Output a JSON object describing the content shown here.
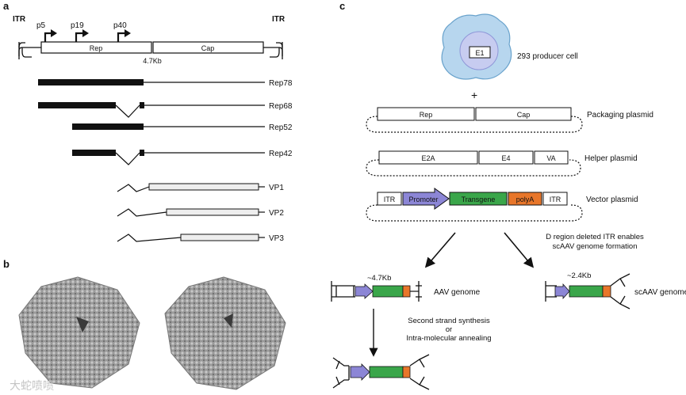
{
  "panel_a": {
    "letter": "a",
    "itr_left": "ITR",
    "itr_right": "ITR",
    "promoters": [
      "p5",
      "p19",
      "p40"
    ],
    "rep_box": "Rep",
    "cap_box": "Cap",
    "size_label": "4.7Kb",
    "transcripts": [
      "Rep78",
      "Rep68",
      "Rep52",
      "Rep42",
      "VP1",
      "VP2",
      "VP3"
    ]
  },
  "panel_b": {
    "letter": "b"
  },
  "panel_c": {
    "letter": "c",
    "cell_inner": "E1",
    "cell_label": "293 producer cell",
    "plus": "+",
    "packaging": {
      "boxes": [
        "Rep",
        "Cap"
      ],
      "label": "Packaging plasmid"
    },
    "helper": {
      "boxes": [
        "E2A",
        "E4",
        "VA"
      ],
      "label": "Helper plasmid"
    },
    "vector": {
      "boxes": [
        "ITR",
        "Promoter",
        "Transgene",
        "polyA",
        "ITR"
      ],
      "label": "Vector plasmid"
    },
    "colors": {
      "promoter": "#8c86d6",
      "transgene": "#3aa64a",
      "polya": "#e8762a",
      "cell": "#b7d6ee",
      "nucleus": "#c7ccf0"
    },
    "scaav_note_1": "D region deleted ITR enables",
    "scaav_note_2": "scAAV genome formation",
    "aav_size": "~4.7Kb",
    "aav_label": "AAV genome",
    "scaav_size": "~2.4Kb",
    "scaav_label": "scAAV genome",
    "synth_1": "Second strand synthesis",
    "synth_2": "or",
    "synth_3": "Intra-molecular annealing"
  },
  "watermark": "大蛇喷喷"
}
